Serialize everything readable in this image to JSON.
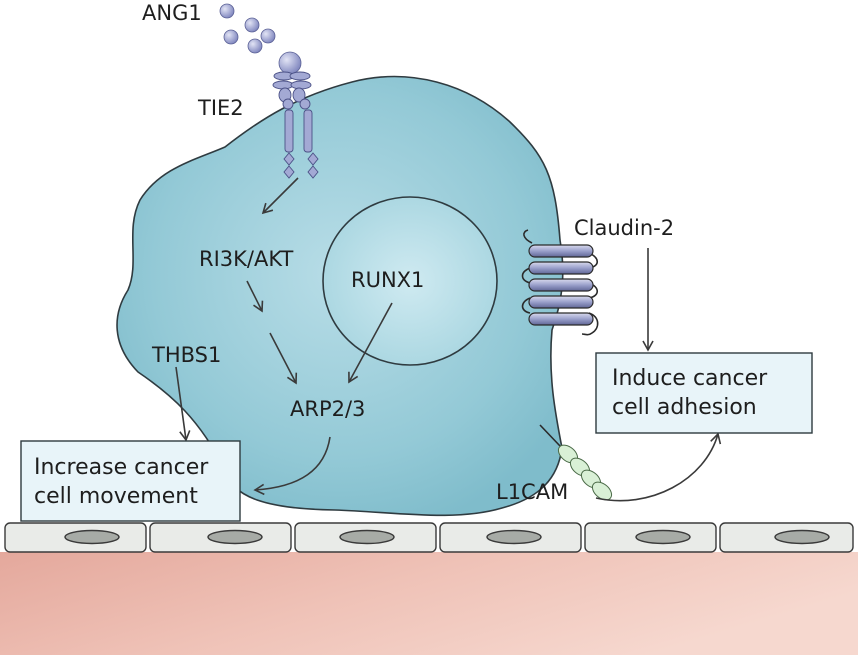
{
  "labels": {
    "ang1": "ANG1",
    "tie2": "TIE2",
    "pi3k_akt": "RI3K/AKT",
    "runx1": "RUNX1",
    "claudin2": "Claudin-2",
    "thbs1": "THBS1",
    "arp23": "ARP2/3",
    "l1cam": "L1CAM"
  },
  "boxes": {
    "movement": {
      "line1": "Increase cancer",
      "line2": "cell movement"
    },
    "adhesion": {
      "line1": "Induce cancer",
      "line2": "cell adhesion"
    }
  },
  "colors": {
    "cell_fill": "#8ec7d5",
    "cell_stroke": "#2f3b40",
    "nucleus_fill": "#b4dde7",
    "receptor": "#9aa2cf",
    "claudin": "#a8acd0",
    "l1cam": "#d7efd4",
    "box_fill": "#e8f4f9",
    "tissue": "#e8aca0"
  }
}
